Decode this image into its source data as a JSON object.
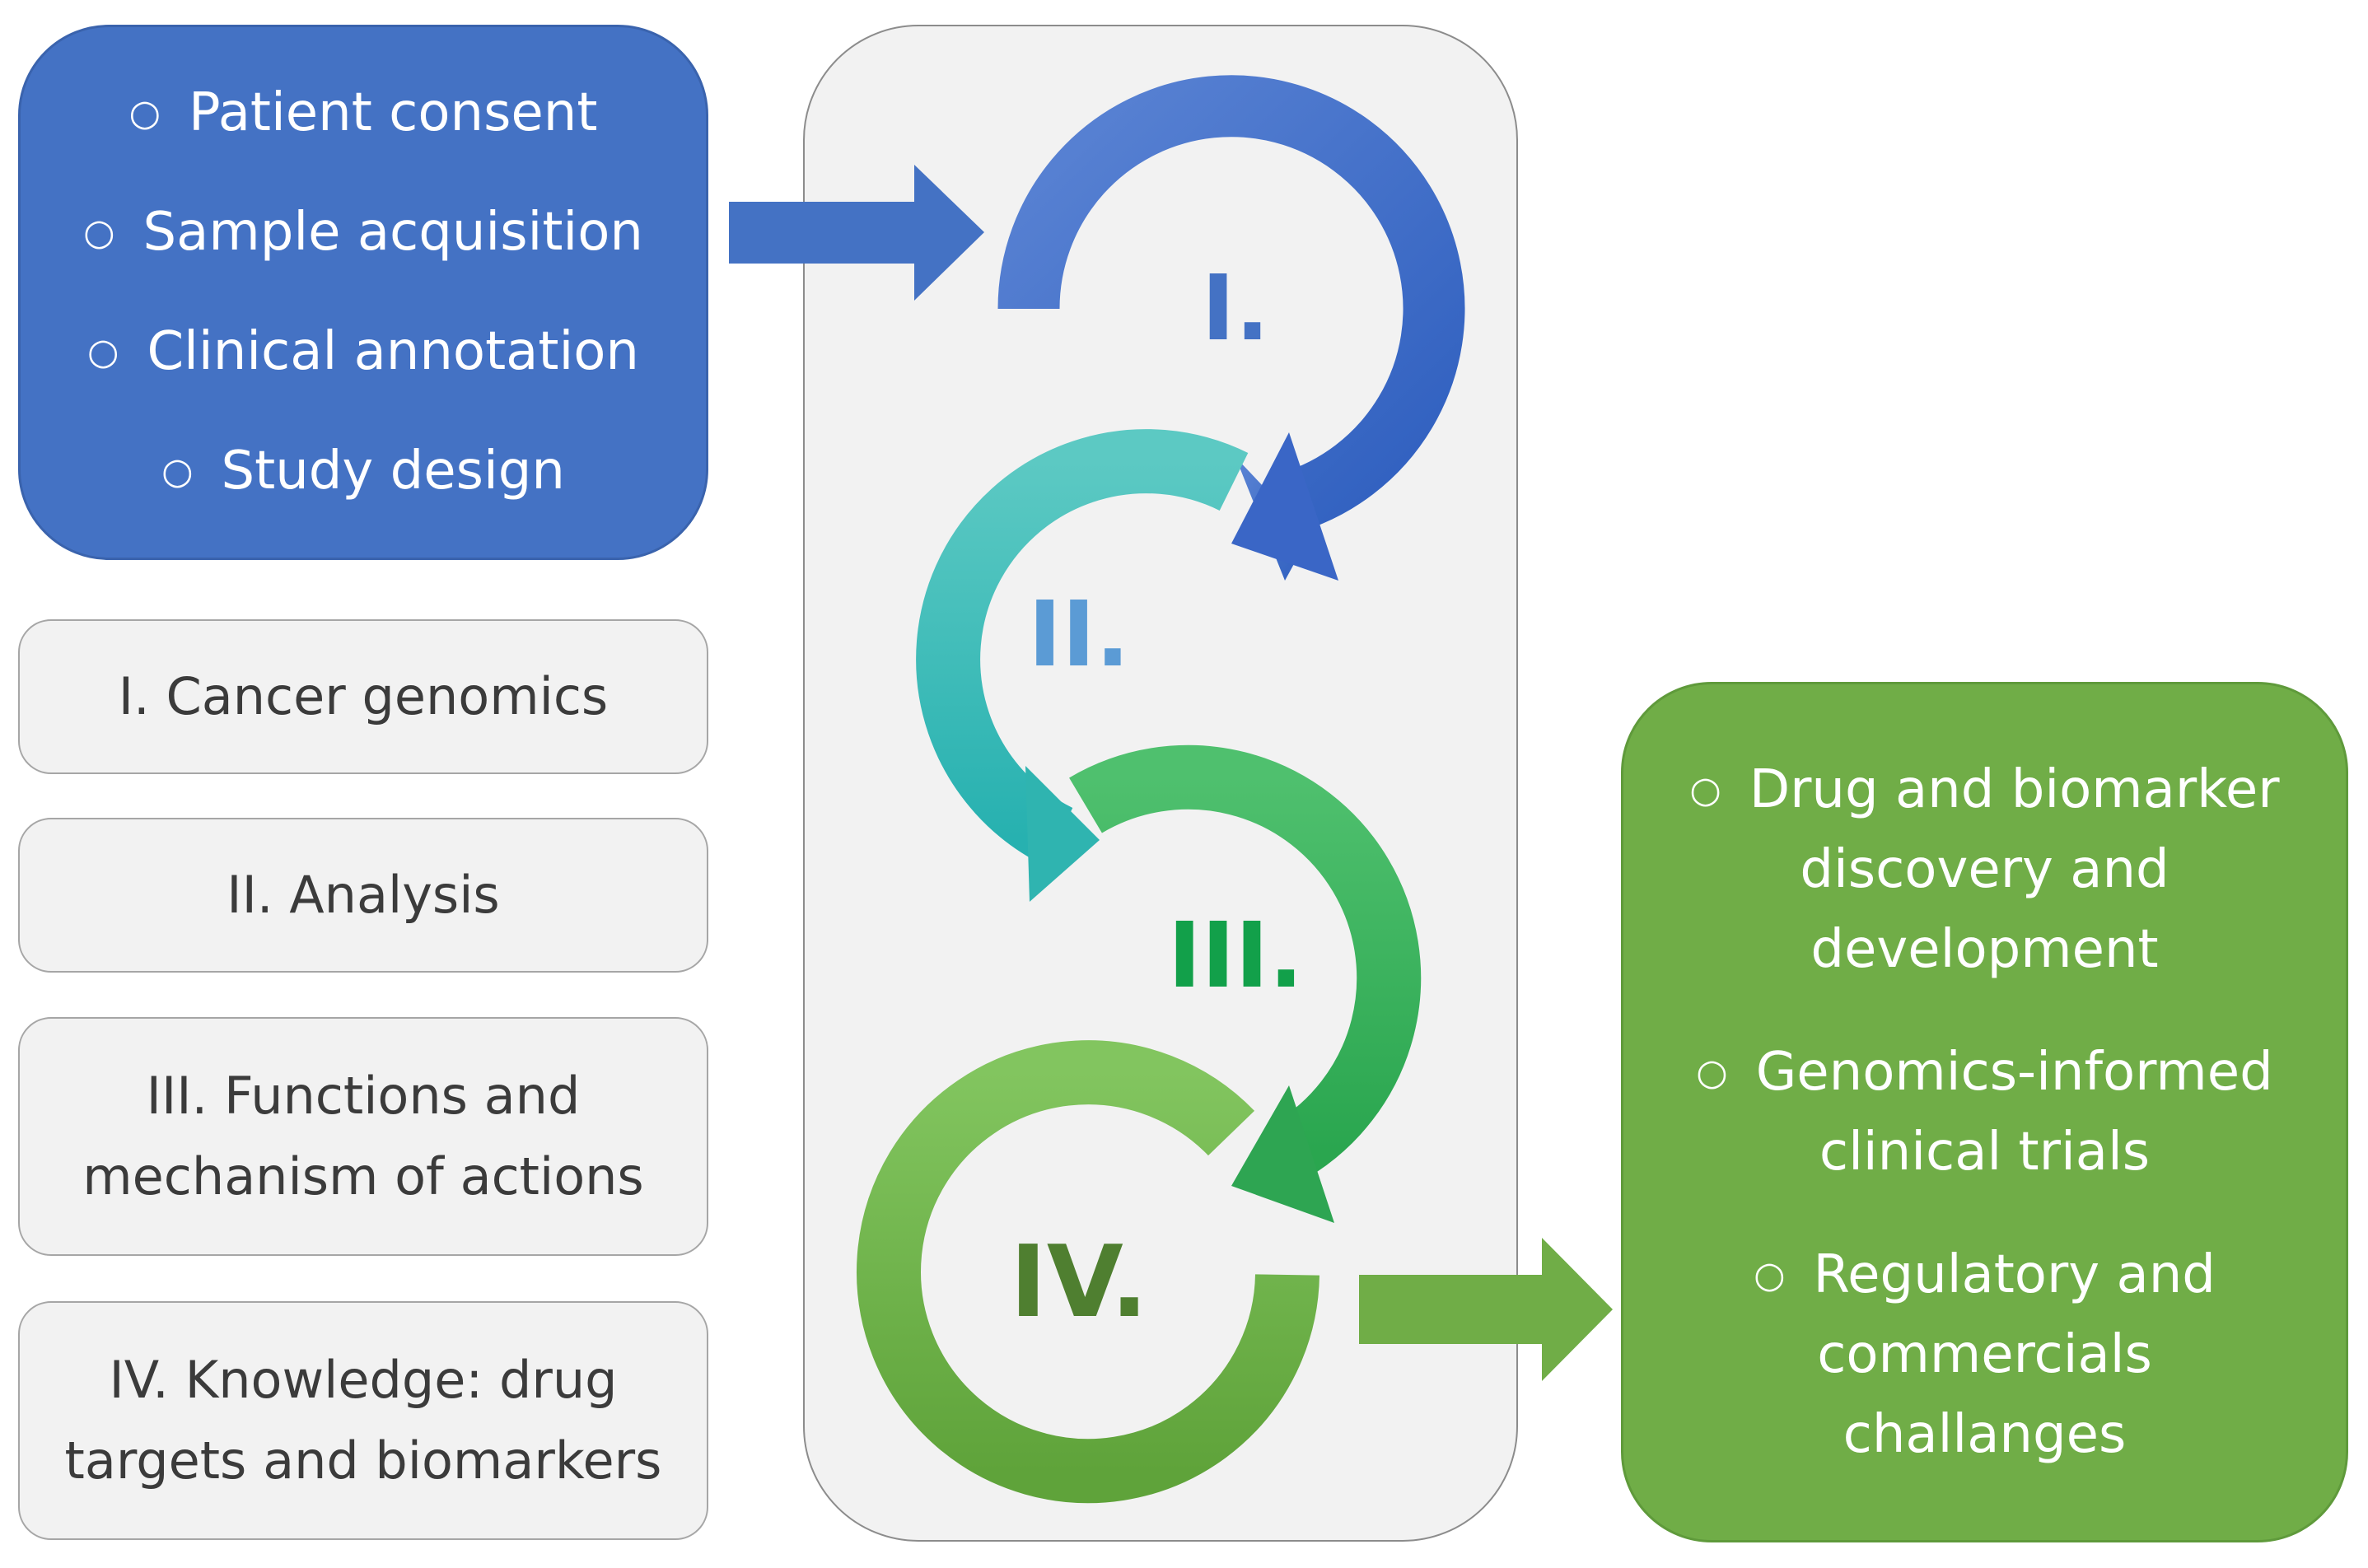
{
  "input_box": {
    "items": [
      "Patient consent",
      "Sample acquisition",
      "Clinical annotation",
      "Study design"
    ]
  },
  "steps": [
    {
      "label": "I. Cancer genomics"
    },
    {
      "label": "II. Analysis"
    },
    {
      "label": "III. Functions and",
      "label2": "mechanism of actions"
    },
    {
      "label": "IV. Knowledge: drug",
      "label2": "targets and biomarkers"
    }
  ],
  "cycle": {
    "numerals": [
      "I.",
      "II.",
      "III.",
      "IV."
    ]
  },
  "output_box": {
    "items": [
      {
        "lines": [
          "Drug and biomarker",
          "discovery and",
          "development"
        ]
      },
      {
        "lines": [
          "Genomics-informed",
          "clinical trials"
        ]
      },
      {
        "lines": [
          "Regulatory and",
          "commercials",
          "challanges"
        ]
      }
    ]
  },
  "colors": {
    "blue": "#4472c4",
    "teal": "#3dbdb8",
    "green_mid": "#3aaa55",
    "green": "#70ad47",
    "gray_fill": "#f2f2f2"
  },
  "icons": [
    "bullet-circle-icon",
    "right-arrow-icon",
    "curved-arrow-icon"
  ]
}
